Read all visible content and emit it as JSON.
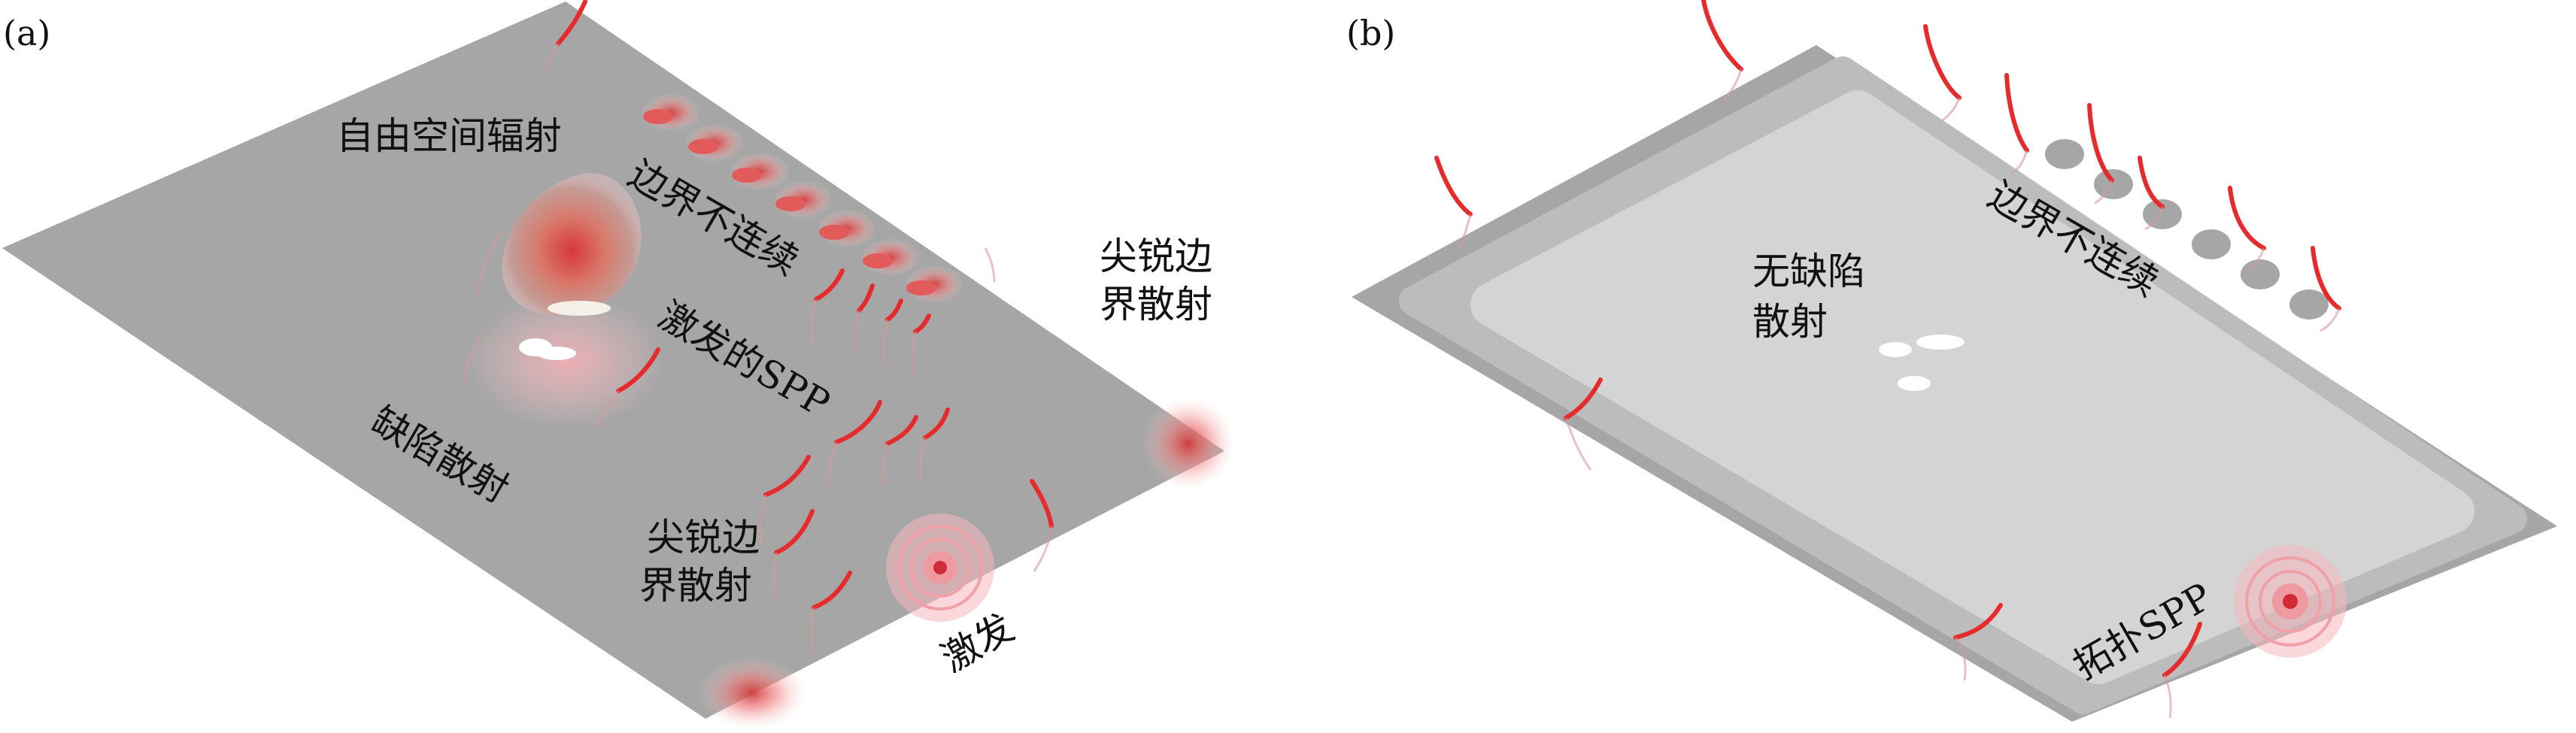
{
  "panels": [
    {
      "id": "a",
      "tag": "(a)",
      "labels": {
        "free_space": "自由空间辐射",
        "boundary": "边界不连续",
        "excited_spp": "激发的SPP",
        "defect": "缺陷散射",
        "sharp_edge_right": [
          "尖锐边",
          "界散射"
        ],
        "sharp_edge_bottom": [
          "尖锐边",
          "界散射"
        ],
        "excitation": "激发"
      }
    },
    {
      "id": "b",
      "tag": "(b)",
      "labels": {
        "no_defect": [
          "无缺陷",
          "散射"
        ],
        "boundary": "边界不连续",
        "topo_spp": "拓扑SPP"
      }
    }
  ],
  "colors": {
    "plate_gray": "#a6a6a6",
    "plate_light": "#d4d4d4",
    "plate_mid": "#bcbcbc",
    "wave_red": "#e53030",
    "glow_pink": "#f08a8a"
  }
}
